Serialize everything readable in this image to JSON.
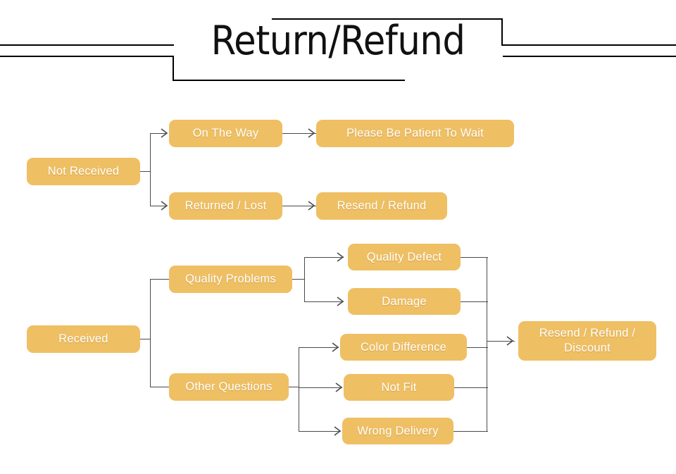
{
  "page": {
    "title": "Return/Refund",
    "accent_color": "#efbf63",
    "connector_color": "#4a4a4a",
    "node_text_color": "#ffffff",
    "background_color": "#ffffff"
  },
  "diagram": {
    "type": "flowchart",
    "orientation": "left-to-right",
    "branches": [
      {
        "id": "not-received",
        "root": "Not Received",
        "children": [
          {
            "label": "On The Way",
            "result": "Please Be Patient To Wait"
          },
          {
            "label": "Returned / Lost",
            "result": "Resend / Refund"
          }
        ]
      },
      {
        "id": "received",
        "root": "Received",
        "children": [
          {
            "label": "Quality Problems",
            "reasons": [
              "Quality Defect",
              "Damage"
            ]
          },
          {
            "label": "Other Questions",
            "reasons": [
              "Color Difference",
              "Not Fit",
              "Wrong Delivery"
            ]
          }
        ],
        "result": "Resend / Refund /\nDiscount"
      }
    ]
  },
  "nodes": {
    "not_received": "Not Received",
    "on_the_way": "On The Way",
    "please_be_patient": "Please Be Patient To Wait",
    "returned_lost": "Returned / Lost",
    "resend_refund": "Resend / Refund",
    "received": "Received",
    "quality_problems": "Quality Problems",
    "other_questions": "Other Questions",
    "quality_defect": "Quality Defect",
    "damage": "Damage",
    "color_difference": "Color Difference",
    "not_fit": "Not Fit",
    "wrong_delivery": "Wrong Delivery",
    "resend_refund_discount": "Resend / Refund /\nDiscount"
  }
}
